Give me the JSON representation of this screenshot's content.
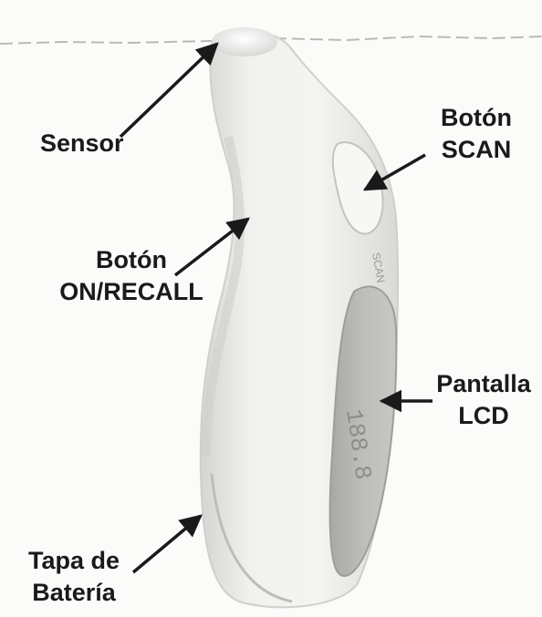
{
  "labels": {
    "sensor": "Sensor",
    "scan_line1": "Botón",
    "scan_line2": "SCAN",
    "onrecall_line1": "Botón",
    "onrecall_line2": "ON/RECALL",
    "lcd_line1": "Pantalla",
    "lcd_line2": "LCD",
    "battery_line1": "Tapa de",
    "battery_line2": "Batería"
  },
  "colors": {
    "ink": "#1a1a1a",
    "device_body": "#eeeeec",
    "device_shadow": "#c9c9c6",
    "lcd_panel": "#b3b3b0"
  }
}
